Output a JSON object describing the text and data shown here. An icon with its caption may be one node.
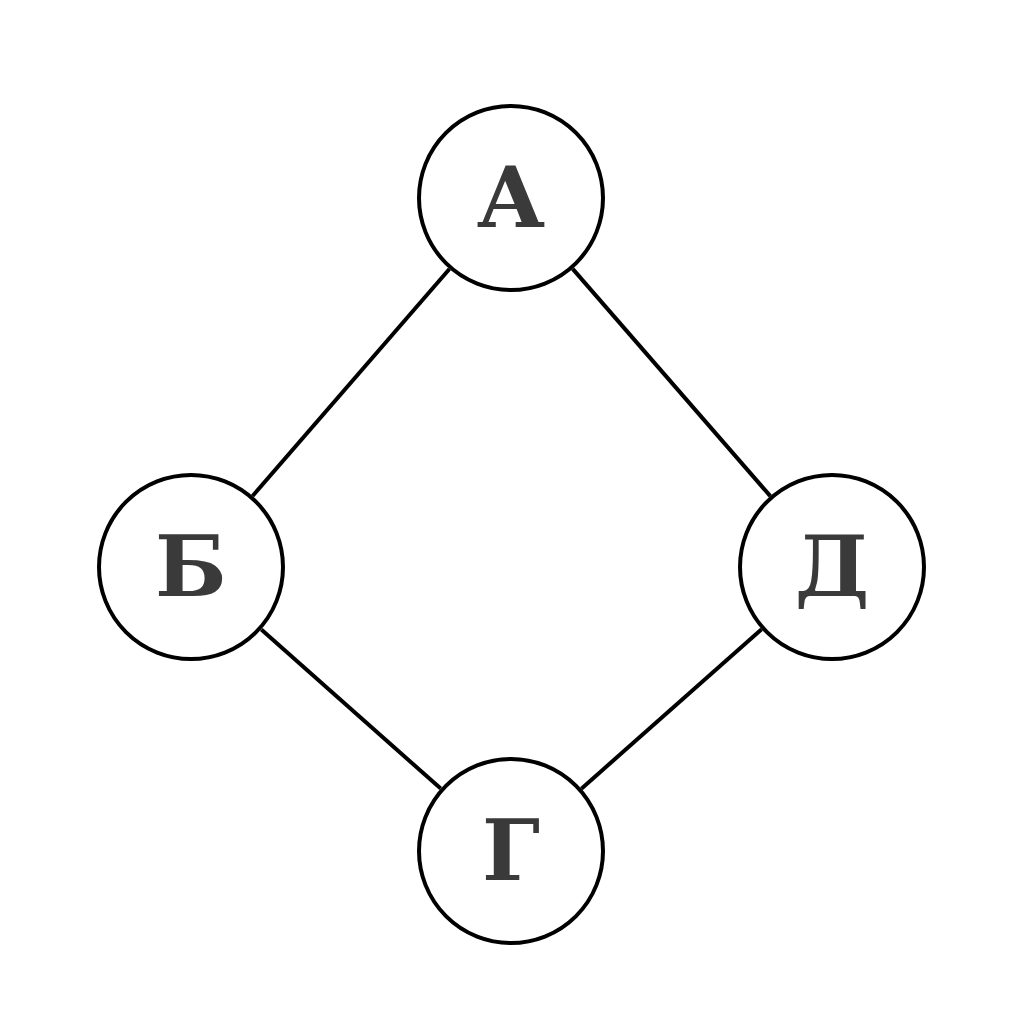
{
  "diagram": {
    "nodes": [
      {
        "text": [
          "А"
        ]
      },
      {
        "text": [
          "Б"
        ]
      },
      {
        "text": [
          "Д"
        ]
      },
      {
        "text": [
          "Г"
        ]
      }
    ],
    "edges": [
      {
        "from": 0,
        "to": 1,
        "arrow": "none"
      },
      {
        "from": 0,
        "to": 2,
        "arrow": "none"
      },
      {
        "from": 1,
        "to": 3,
        "arrow": "none"
      },
      {
        "from": 2,
        "to": 3,
        "arrow": "none"
      }
    ]
  }
}
